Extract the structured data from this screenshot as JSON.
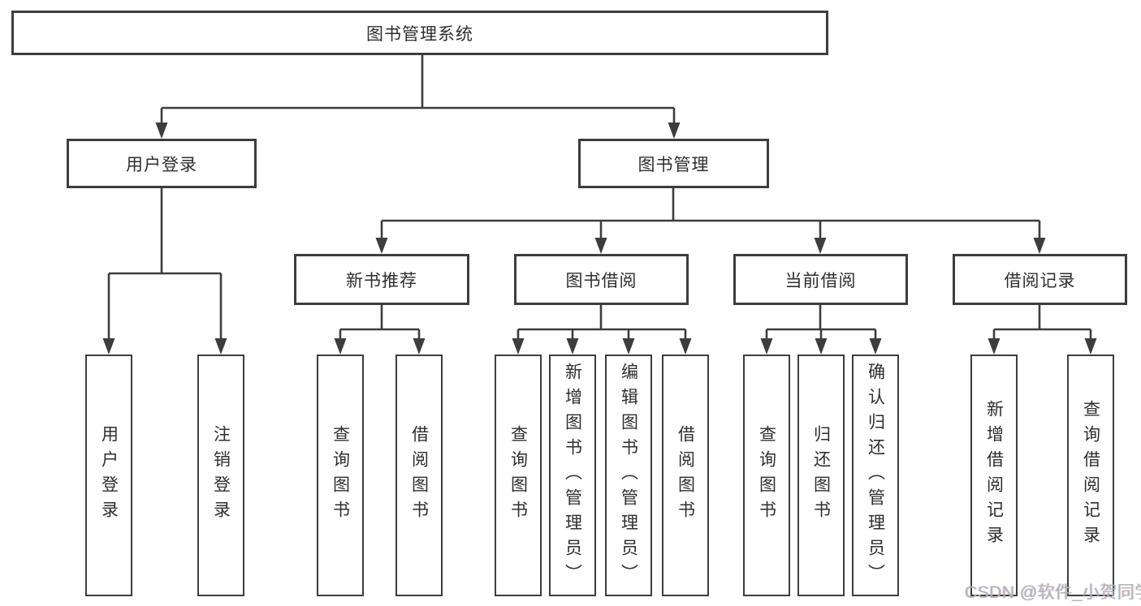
{
  "watermark": "CSDN @软件_小贺同学",
  "colors": {
    "line": "#3d3d3d",
    "box_border": "#3d3d3d",
    "text": "#2e2e2e",
    "watermark": "#b3b3b3",
    "background": "#ffffff"
  },
  "tree": {
    "root": {
      "label": "图书管理系统",
      "children": [
        {
          "label": "用户登录",
          "children": [
            {
              "label": "用户登录"
            },
            {
              "label": "注销登录"
            }
          ]
        },
        {
          "label": "图书管理",
          "children": [
            {
              "label": "新书推荐",
              "children": [
                {
                  "label": "查询图书"
                },
                {
                  "label": "借阅图书"
                }
              ]
            },
            {
              "label": "图书借阅",
              "children": [
                {
                  "label": "查询图书"
                },
                {
                  "label": "新增图书（管理员）"
                },
                {
                  "label": "编辑图书（管理员）"
                },
                {
                  "label": "借阅图书"
                }
              ]
            },
            {
              "label": "当前借阅",
              "children": [
                {
                  "label": "查询图书"
                },
                {
                  "label": "归还图书"
                },
                {
                  "label": "确认归还（管理员）"
                }
              ]
            },
            {
              "label": "借阅记录",
              "children": [
                {
                  "label": "新增借阅记录"
                },
                {
                  "label": "查询借阅记录"
                }
              ]
            }
          ]
        }
      ]
    }
  }
}
